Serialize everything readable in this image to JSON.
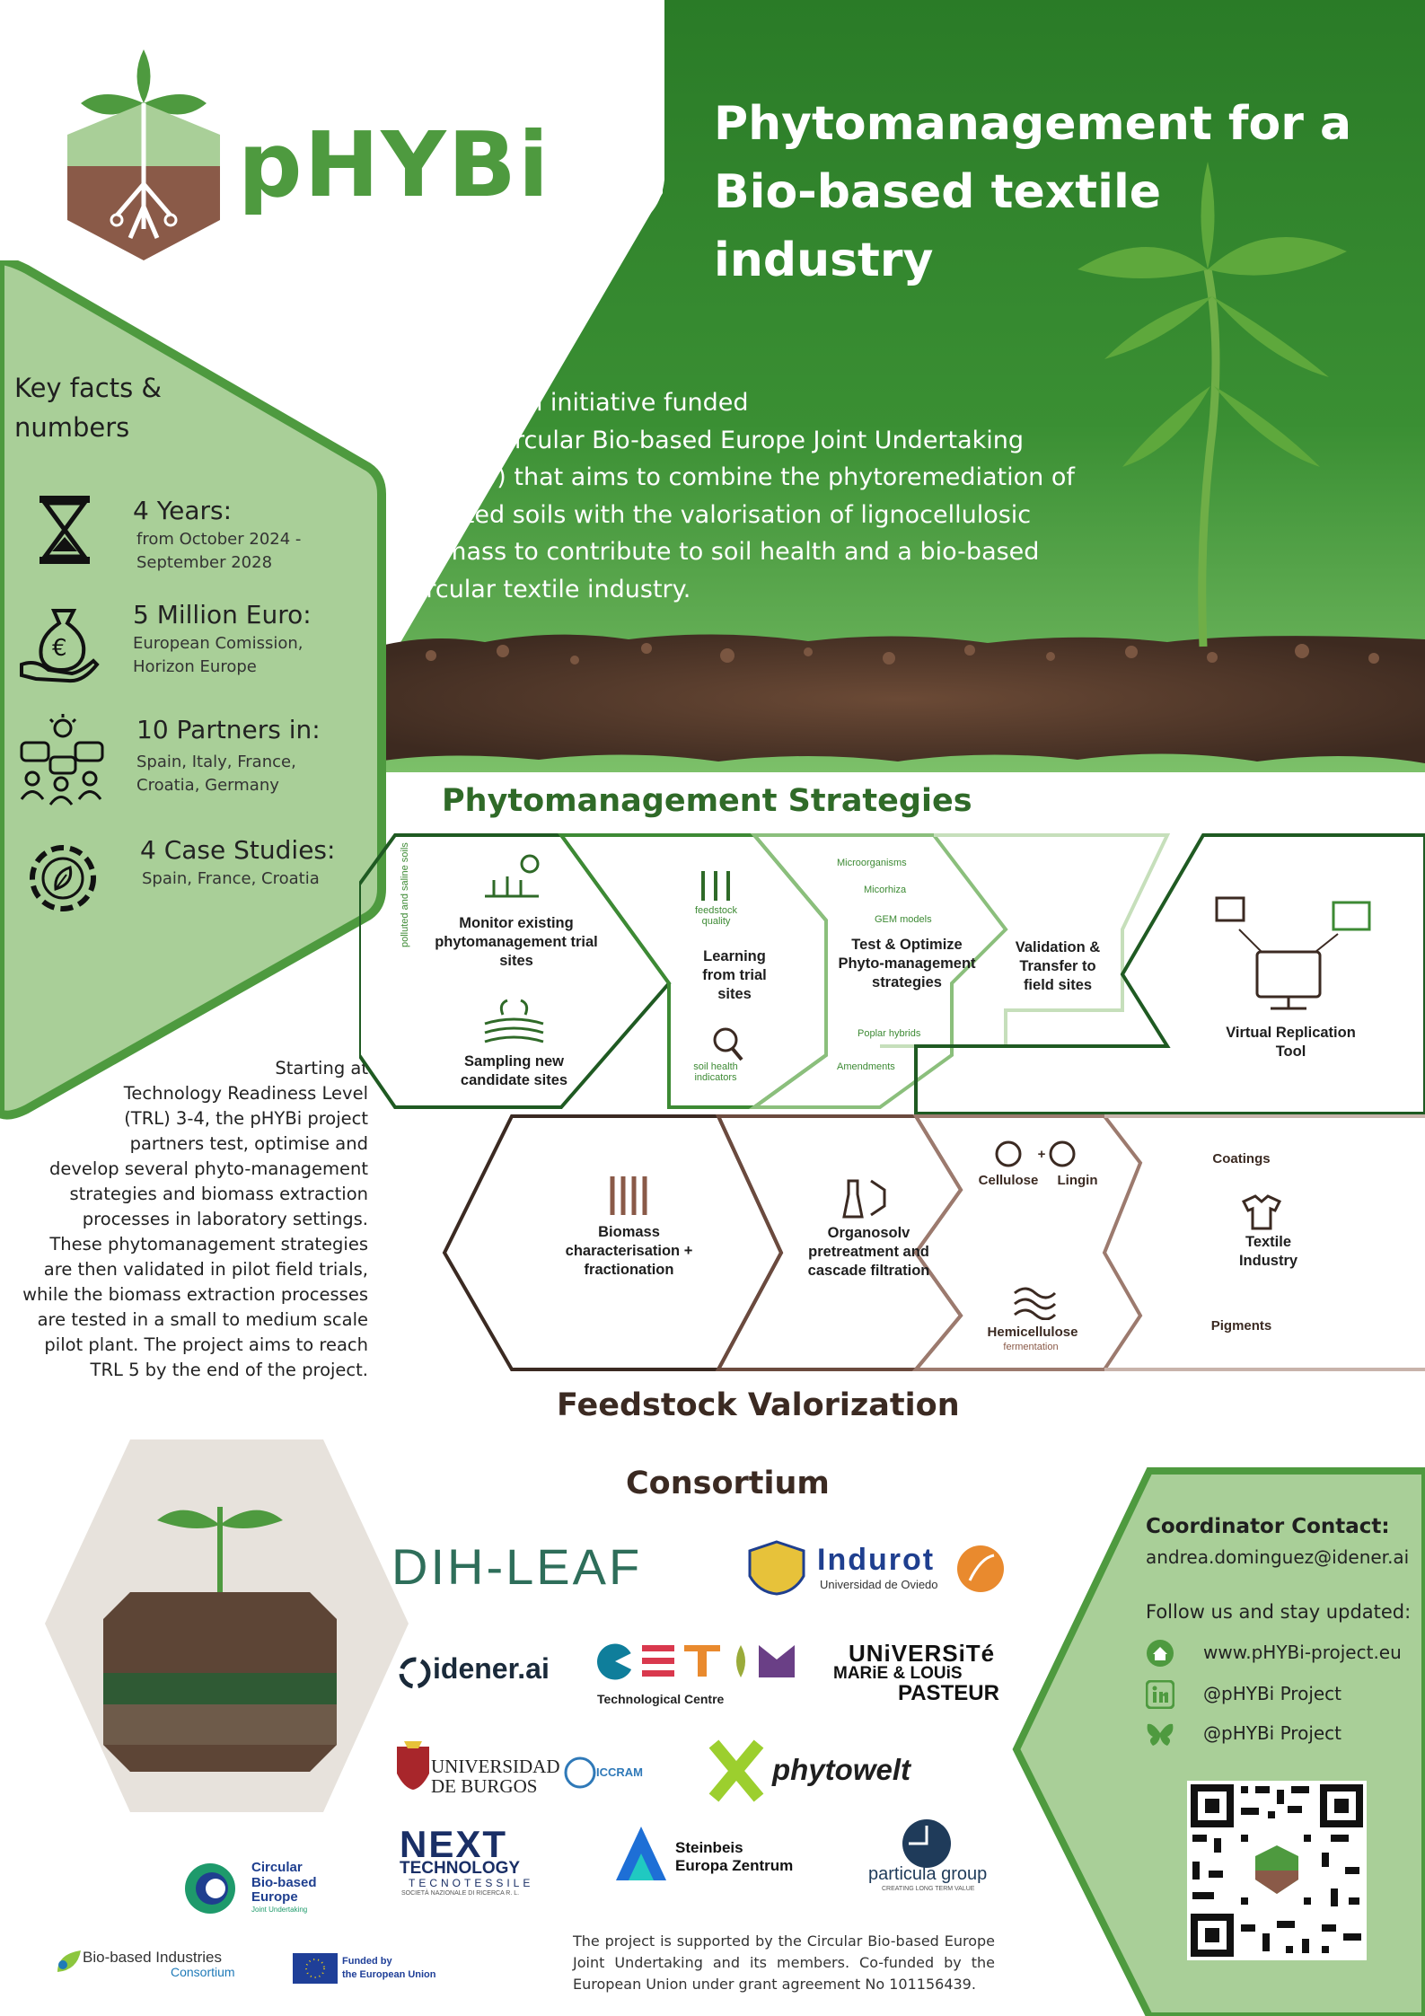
{
  "header": {
    "logo_text": "pHYBi",
    "title_lines": [
      "Phytomanagement for a",
      "Bio-based textile industry"
    ],
    "intro_lines": [
      "pHYBi is an initiative funded",
      "by the Circular Bio-based Europe Joint Undertaking",
      "(CBE JU) that aims to combine the phytoremediation of",
      "polluted soils with the valorisation of lignocellulosic",
      "biomass to contribute to soil health and a bio-based",
      "circular textile industry."
    ]
  },
  "key_facts": {
    "title": "Key facts & numbers",
    "items": [
      {
        "icon": "hourglass-icon",
        "title": "4 Years:",
        "sub": [
          "from October 2024 -",
          "September 2028"
        ]
      },
      {
        "icon": "money-bag-icon",
        "title": "5 Million Euro:",
        "sub": [
          "European Comission,",
          "Horizon Europe"
        ]
      },
      {
        "icon": "partners-icon",
        "title": "10 Partners in:",
        "sub": [
          "Spain, Italy, France,",
          "Croatia, Germany"
        ]
      },
      {
        "icon": "gear-leaf-icon",
        "title": "4 Case Studies:",
        "sub": [
          "Spain, France, Croatia"
        ]
      }
    ]
  },
  "trl_text_lines": [
    "Starting at",
    "Technology Readiness Level",
    "(TRL) 3-4, the pHYBi project",
    "partners test, optimise and",
    "develop several phyto-management",
    "strategies and biomass extraction",
    "processes in laboratory settings.",
    "These phytomanagement strategies",
    "are then validated in pilot field trials,",
    "while the biomass extraction processes",
    "are tested in a small to medium scale",
    "pilot plant. The project aims to reach",
    "TRL 5 by the end of the project."
  ],
  "strategies": {
    "heading": "Phytomanagement Strategies",
    "side_label": "polluted and saline soils",
    "monitor": "Monitor existing phytomanagement trial sites",
    "sampling": "Sampling new candidate sites",
    "learning": "Learning from trial sites",
    "feedstock_quality": "feedstock quality",
    "soil_health": "soil health indicators",
    "test": "Test & Optimize Phyto-management strategies",
    "sub_items": [
      "Microorganisms",
      "Micorhiza",
      "GEM models",
      "Poplar hybrids",
      "Amendments"
    ],
    "validation": "Validation & Transfer to field sites",
    "virtual": "Virtual Replication Tool"
  },
  "valorization": {
    "heading": "Feedstock Valorization",
    "biomass": "Biomass characterisation + fractionation",
    "organosolv": "Organosolv pretreatment and cascade filtration",
    "cellulose": "Cellulose",
    "plus": "+",
    "lignin": "Lingin",
    "hemicellulose": "Hemicellulose",
    "fermentation": "fermentation",
    "coatings": "Coatings",
    "textile": "Textile Industry",
    "pigments": "Pigments"
  },
  "consortium": {
    "heading": "Consortium",
    "partners": {
      "dih_leaf": "DIH-LEAF",
      "indurot": "Indurot",
      "indurot_sub": "Universidad de Oviedo",
      "idener": "idener.ai",
      "cetem_sub": "Technological Centre",
      "univ_line1": "UNiVERSiTé",
      "univ_line2": "MARiE & LOUiS",
      "univ_line3": "PASTEUR",
      "burgos_line1": "UNIVERSIDAD",
      "burgos_line2": "DE BURGOS",
      "iccram": "ICCRAM",
      "phytowelt": "phytowelt",
      "next_line1": "NEXT",
      "next_line2": "TECHNOLOGY",
      "next_line3": "TECNOTESSILE",
      "next_line4": "SOCIETÀ NAZIONALE DI RICERCA R. L.",
      "steinbeis_line1": "Steinbeis",
      "steinbeis_line2": "Europa Zentrum",
      "particula": "particula group",
      "particula_sub": "CREATING LONG TERM VALUE"
    }
  },
  "funders": {
    "cbe_line1": "Circular",
    "cbe_line2": "Bio-based",
    "cbe_line3": "Europe",
    "cbe_line4": "Joint Undertaking",
    "bbi_line1": "Bio-based Industries",
    "bbi_line2": "Consortium",
    "eu_line1": "Funded by",
    "eu_line2": "the European Union"
  },
  "footer_note": "The project is supported by the Circular Bio-based Europe Joint Undertaking and its members. Co-funded by the European Union under grant agreement No 101156439.",
  "contact": {
    "title": "Coordinator Contact:",
    "email": "andrea.dominguez@idener.ai",
    "follow": "Follow us and stay updated:",
    "links": [
      {
        "icon": "home-icon",
        "text": "www.pHYBi-project.eu"
      },
      {
        "icon": "linkedin-icon",
        "text": "@pHYBi Project"
      },
      {
        "icon": "bluesky-icon",
        "text": "@pHYBi Project"
      }
    ]
  },
  "colors": {
    "dark_green": "#2f7a2d",
    "light_green": "#a9cf98",
    "brown": "#5c3a2e",
    "text": "#222222"
  }
}
